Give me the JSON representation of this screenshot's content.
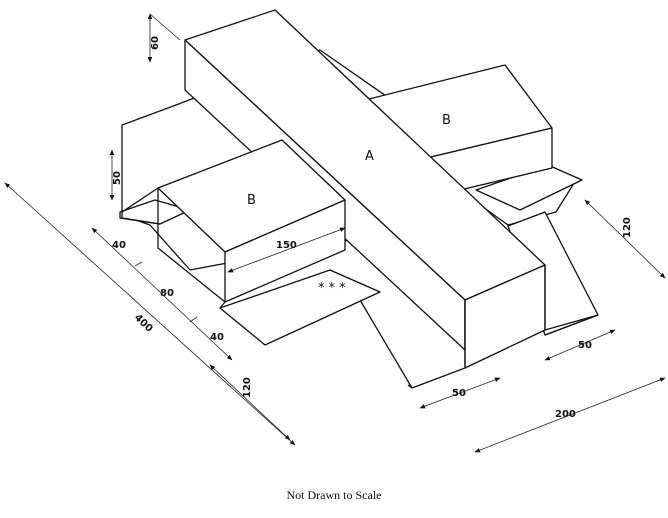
{
  "labels": {
    "member_a": "A",
    "member_b_front": "B",
    "member_b_back": "B",
    "weld_symbol": "* * *",
    "caption": "Not Drawn to Scale"
  },
  "dimensions": {
    "d60": "60",
    "d50_left": "50",
    "d40_top": "40",
    "d80": "80",
    "d40_bottom": "40",
    "d400": "400",
    "d120_left": "120",
    "d150": "150",
    "d120_right": "120",
    "d50_right": "50",
    "d50_bottom": "50",
    "d200": "200"
  }
}
